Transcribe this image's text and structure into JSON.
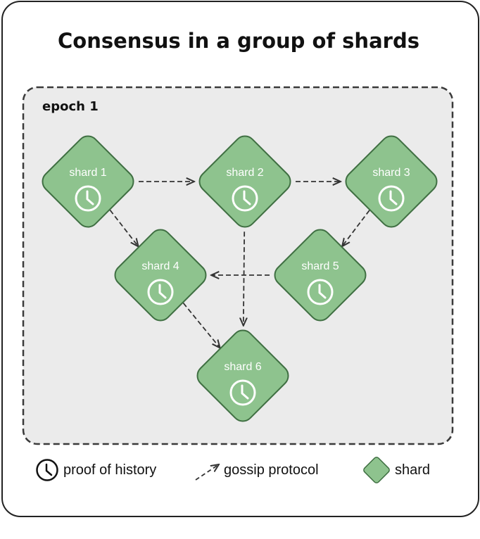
{
  "title": "Consensus in a group of shards",
  "epoch_label": "epoch 1",
  "shards": [
    {
      "id": "1",
      "label": "shard 1",
      "icon": "clock-icon"
    },
    {
      "id": "2",
      "label": "shard 2",
      "icon": "clock-icon"
    },
    {
      "id": "3",
      "label": "shard 3",
      "icon": "clock-icon"
    },
    {
      "id": "4",
      "label": "shard 4",
      "icon": "clock-icon"
    },
    {
      "id": "5",
      "label": "shard 5",
      "icon": "clock-icon"
    },
    {
      "id": "6",
      "label": "shard 6",
      "icon": "clock-icon"
    }
  ],
  "edges": [
    {
      "from": "1",
      "to": "2"
    },
    {
      "from": "2",
      "to": "3"
    },
    {
      "from": "1",
      "to": "4"
    },
    {
      "from": "3",
      "to": "5"
    },
    {
      "from": "5",
      "to": "4"
    },
    {
      "from": "2",
      "to": "6"
    },
    {
      "from": "4",
      "to": "6"
    }
  ],
  "legend": {
    "proof_of_history": "proof of history",
    "gossip_protocol": "gossip protocol",
    "shard": "shard"
  },
  "colors": {
    "shard_fill": "#8ec38e",
    "shard_stroke": "#3f6f42",
    "epoch_fill": "#ebebeb",
    "epoch_stroke": "#3a3a3a",
    "text": "#111111",
    "arrow": "#333333"
  }
}
